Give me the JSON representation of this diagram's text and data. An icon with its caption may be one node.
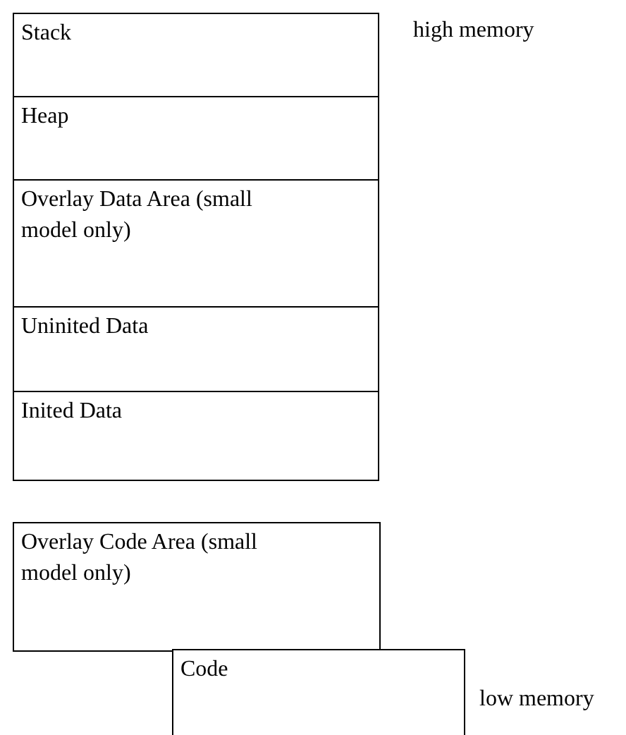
{
  "diagram": {
    "nodes": [
      {
        "text": [
          "Stack"
        ]
      },
      {
        "text": [
          "Heap"
        ]
      },
      {
        "text": [
          "Overlay Data Area (small model only)"
        ]
      },
      {
        "text": [
          "Uninited Data"
        ]
      },
      {
        "text": [
          "Inited Data"
        ]
      },
      {
        "text": [
          "Overlay Code Area (small model only)"
        ]
      },
      {
        "text": [
          "Code"
        ]
      }
    ],
    "edges": [],
    "labels": [
      "high memory",
      "low memory"
    ]
  }
}
